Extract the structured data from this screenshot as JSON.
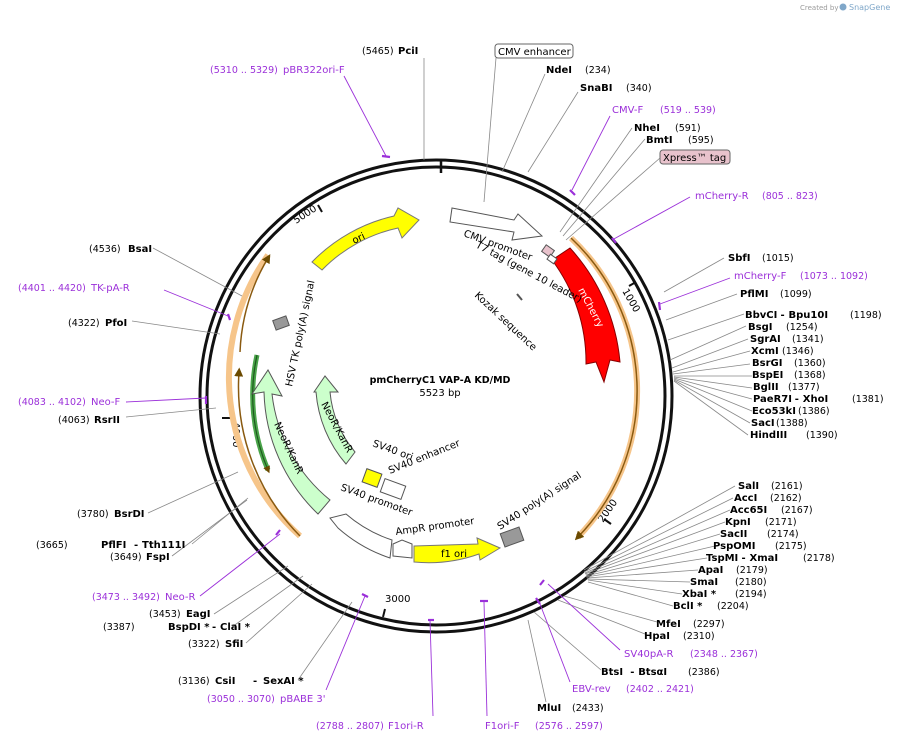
{
  "brand": {
    "created_by": "Created by",
    "name": "SnapGene"
  },
  "plasmid": {
    "name": "pmCherryC1 VAP-A KD/MD",
    "size": "5523 bp"
  },
  "ticks": [
    "1000",
    "2000",
    "3000",
    "4000",
    "5000"
  ],
  "features": {
    "cmv_enhancer": "CMV enhancer",
    "xpress": "Xpress™ tag",
    "cmv_promoter": "CMV promoter",
    "t7_tag": "T7 tag (gene 10 leader)",
    "kozak": "Kozak sequence",
    "mcherry": "mCherry",
    "ori": "ori",
    "hsv_tk": "HSV TK poly(A) signal",
    "neor_outer": "NeoR/KanR",
    "neor_inner": "NeoR/KanR",
    "sv40_ori": "SV40 ori",
    "sv40_enhancer": "SV40 enhancer",
    "sv40_promoter": "SV40 promoter",
    "ampr_promoter": "AmpR promoter",
    "f1_ori": "f1 ori",
    "sv40_polya": "SV40 poly(A) signal"
  },
  "sites": [
    {
      "name": "PciI",
      "pos": "(5465)"
    },
    {
      "name": "NdeI",
      "pos": "(234)"
    },
    {
      "name": "SnaBI",
      "pos": "(340)"
    },
    {
      "name": "NheI",
      "pos": "(591)"
    },
    {
      "name": "BmtI",
      "pos": "(595)"
    },
    {
      "name": "SbfI",
      "pos": "(1015)"
    },
    {
      "name": "PflMI",
      "pos": "(1099)"
    },
    {
      "name": "BbvCI",
      "name2": "Bpu10I",
      "pos": "(1198)"
    },
    {
      "name": "BsgI",
      "pos": "(1254)"
    },
    {
      "name": "SgrAI",
      "pos": "(1341)"
    },
    {
      "name": "XcmI",
      "pos": "(1346)"
    },
    {
      "name": "BsrGI",
      "pos": "(1360)"
    },
    {
      "name": "BspEI",
      "pos": "(1368)"
    },
    {
      "name": "BglII",
      "pos": "(1377)"
    },
    {
      "name": "PaeR7I",
      "name2": "XhoI",
      "pos": "(1381)"
    },
    {
      "name": "Eco53kI",
      "pos": "(1386)"
    },
    {
      "name": "SacI",
      "pos": "(1388)"
    },
    {
      "name": "HindIII",
      "pos": "(1390)"
    },
    {
      "name": "SalI",
      "pos": "(2161)"
    },
    {
      "name": "AccI",
      "pos": "(2162)"
    },
    {
      "name": "Acc65I",
      "pos": "(2167)"
    },
    {
      "name": "KpnI",
      "pos": "(2171)"
    },
    {
      "name": "SacII",
      "pos": "(2174)"
    },
    {
      "name": "PspOMI",
      "pos": "(2175)"
    },
    {
      "name": "TspMI",
      "name2": "XmaI",
      "pos": "(2178)"
    },
    {
      "name": "ApaI",
      "pos": "(2179)"
    },
    {
      "name": "SmaI",
      "pos": "(2180)"
    },
    {
      "name": "XbaI *",
      "pos": "(2194)"
    },
    {
      "name": "BclI *",
      "pos": "(2204)"
    },
    {
      "name": "MfeI",
      "pos": "(2297)"
    },
    {
      "name": "HpaI",
      "pos": "(2310)"
    },
    {
      "name": "BtsI",
      "name2": "BtsαI",
      "pos": "(2386)"
    },
    {
      "name": "MluI",
      "pos": "(2433)"
    },
    {
      "name": "CsiI",
      "name2": "SexAI *",
      "pos": "(3136)"
    },
    {
      "name": "SfiI",
      "pos": "(3322)"
    },
    {
      "name": "BspDI *",
      "name2": "ClaI *",
      "pos": "(3387)"
    },
    {
      "name": "EagI",
      "pos": "(3453)"
    },
    {
      "name": "FspI",
      "pos": "(3649)"
    },
    {
      "name": "PflFI",
      "name2": "Tth111I",
      "pos": "(3665)"
    },
    {
      "name": "BsrDI",
      "pos": "(3780)"
    },
    {
      "name": "RsrII",
      "pos": "(4063)"
    },
    {
      "name": "PfoI",
      "pos": "(4322)"
    },
    {
      "name": "BsaI",
      "pos": "(4536)"
    }
  ],
  "primers": [
    {
      "name": "pBR322ori-F",
      "pos": "(5310 .. 5329)"
    },
    {
      "name": "CMV-F",
      "pos": "(519 .. 539)"
    },
    {
      "name": "mCherry-R",
      "pos": "(805 .. 823)"
    },
    {
      "name": "mCherry-F",
      "pos": "(1073 .. 1092)"
    },
    {
      "name": "SV40pA-R",
      "pos": "(2348 .. 2367)"
    },
    {
      "name": "EBV-rev",
      "pos": "(2402 .. 2421)"
    },
    {
      "name": "F1ori-F",
      "pos": "(2576 .. 2597)"
    },
    {
      "name": "F1ori-R",
      "pos": "(2788 .. 2807)"
    },
    {
      "name": "pBABE 3'",
      "pos": "(3050 .. 3070)"
    },
    {
      "name": "Neo-R",
      "pos": "(3473 .. 3492)"
    },
    {
      "name": "Neo-F",
      "pos": "(4083 .. 4102)"
    },
    {
      "name": "TK-pA-R",
      "pos": "(4401 .. 4420)"
    }
  ],
  "colors": {
    "ori": "#ffff00",
    "mcherry": "#ff0000",
    "neor": "#ccffcc",
    "primer": "#9b30d9",
    "xpress_fill": "#e8c2cc",
    "orf": "#ffb450"
  }
}
